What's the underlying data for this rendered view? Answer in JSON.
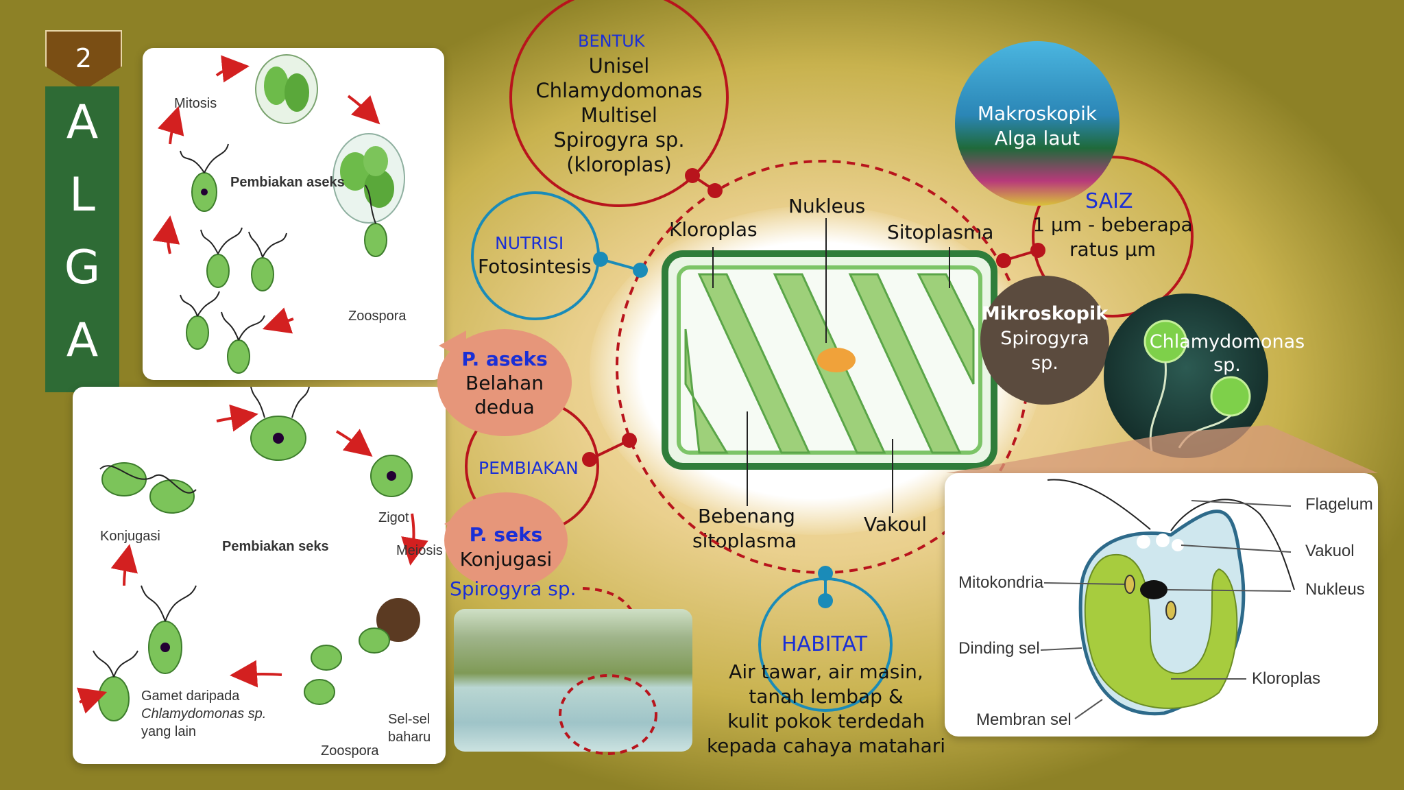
{
  "slide_number": "2",
  "side_title_letters": [
    "A",
    "L",
    "G",
    "A"
  ],
  "asexual_card": {
    "title": "Pembiakan aseks",
    "mitosis": "Mitosis",
    "zoospora": "Zoospora"
  },
  "sexual_card": {
    "title": "Pembiakan seks",
    "konjugasi": "Konjugasi",
    "zigot": "Zigot",
    "meiosis": "Meiosis",
    "gamet_line1": "Gamet daripada",
    "gamet_line2": "Chlamydomonas sp.",
    "gamet_line3": "yang lain",
    "zoospora": "Zoospora",
    "selsel_line1": "Sel-sel",
    "selsel_line2": "baharu"
  },
  "bentuk": {
    "heading": "BENTUK",
    "lines": [
      "Unisel",
      "Chlamydomonas",
      "Multisel",
      "Spirogyra sp.",
      "(kloroplas)"
    ]
  },
  "nutrisi": {
    "heading": "NUTRISI",
    "text": "Fotosintesis"
  },
  "saiz": {
    "heading": "SAIZ",
    "lines": [
      "1 µm - beberapa",
      "ratus µm"
    ]
  },
  "makroskopik": {
    "lines": [
      "Makroskopik",
      "Alga laut"
    ]
  },
  "mikroskopik": {
    "title": "Mikroskopik",
    "lines": [
      "Spirogyra",
      "sp."
    ]
  },
  "chlamy_photo": {
    "lines": [
      "Chlamydomonas",
      "sp."
    ]
  },
  "pembiakan": {
    "heading": "PEMBIAKAN"
  },
  "aseks_bubble": {
    "heading": "P. aseks",
    "lines": [
      "Belahan",
      "dedua"
    ]
  },
  "seks_bubble": {
    "heading": "P. seks",
    "lines": [
      "Konjugasi"
    ]
  },
  "spirogyra_label": "Spirogyra sp.",
  "habitat": {
    "heading": "HABITAT",
    "lines": [
      "Air tawar, air masin,",
      "tanah lembap &",
      "kulit pokok terdedah",
      "kepada cahaya matahari"
    ]
  },
  "spirogyra_cell_labels": {
    "kloroplas": "Kloroplas",
    "nukleus": "Nukleus",
    "sitoplasma": "Sitoplasma",
    "bebenang1": "Bebenang",
    "bebenang2": "sitoplasma",
    "vakoul": "Vakoul"
  },
  "chlamy_diagram": {
    "flagelum": "Flagelum",
    "vakuol": "Vakuol",
    "nukleus": "Nukleus",
    "mitokondria": "Mitokondria",
    "dinding": "Dinding sel",
    "kloroplas": "Kloroplas",
    "membran": "Membran sel"
  },
  "colors": {
    "red": "#b8141c",
    "blue": "#1a8bb8",
    "heading_blue": "#1a2fd6",
    "bar_green": "#2e6b35",
    "salmon": "#e6967a"
  }
}
